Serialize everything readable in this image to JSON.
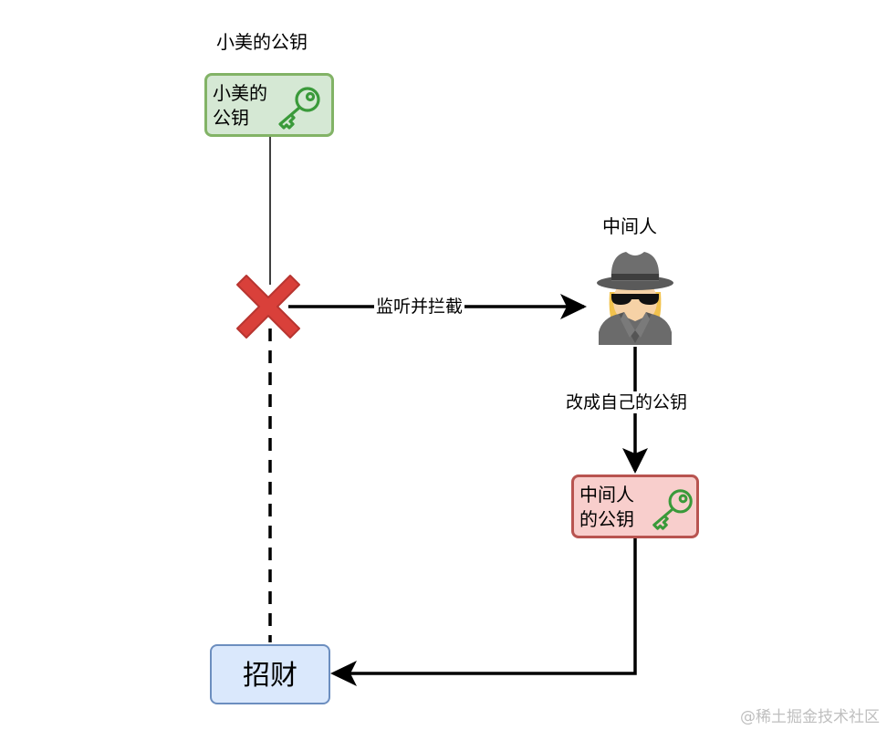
{
  "nodes": {
    "xiaomei_key_title": "小美的公钥",
    "xiaomei_key_box": {
      "line1": "小美的",
      "line2": "公钥"
    },
    "mitm_title": "中间人",
    "mitm_key_box": {
      "line1": "中间人",
      "line2": "的公钥"
    },
    "destination": "招财"
  },
  "edges": {
    "intercept_label": "监听并拦截",
    "replace_label": "改成自己的公钥"
  },
  "watermark": "@稀土掘金技术社区",
  "colors": {
    "green_fill": "#d5e8d4",
    "green_border": "#82b366",
    "red_fill": "#f8cecc",
    "red_border": "#b85450",
    "blue_fill": "#dae8fc",
    "blue_border": "#6c8ebf",
    "cross": "#d9403a",
    "key_icon": "#3a9a3a"
  },
  "icons": [
    "key-icon",
    "cross-icon",
    "spy-icon",
    "arrow-head-icon"
  ]
}
